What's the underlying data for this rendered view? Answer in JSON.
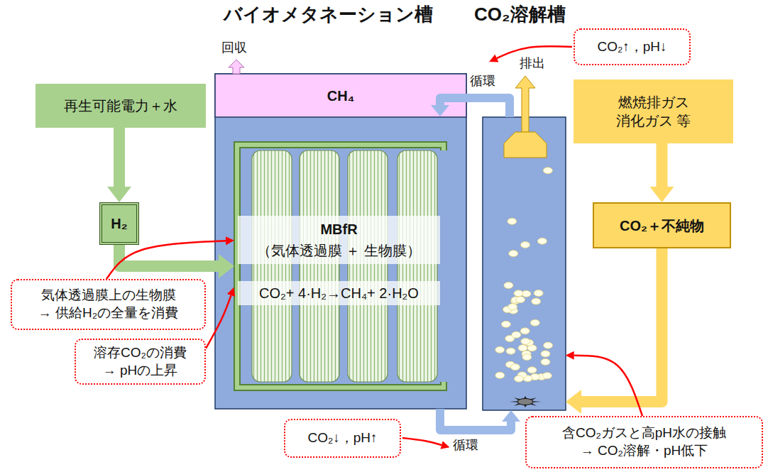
{
  "diagram": {
    "nodes": [
      {
        "text": [
          "再生可能電力＋水"
        ]
      },
      {
        "text": [
          "H₂"
        ]
      },
      {
        "text": [
          "バイオメタネーション槽"
        ]
      },
      {
        "text": [
          "CH₄"
        ],
        "in": 2
      },
      {
        "text": [
          "MBfR",
          "（気体透過膜 ＋ 生物膜）",
          "CO₂+ 4·H₂→CH₄+ 2·H₂O"
        ],
        "in": 2
      },
      {
        "text": [
          "CO₂溶解槽"
        ]
      },
      {
        "text": [
          "燃焼排ガス 消化ガス 等"
        ]
      },
      {
        "text": [
          "CO₂＋不純物"
        ]
      },
      {
        "text": [
          "気体透過膜上の生物膜 → 供給H₂の全量を消費"
        ]
      },
      {
        "text": [
          "溶存CO₂の消費 → pHの上昇"
        ]
      },
      {
        "text": [
          "CO₂↓，pH↑"
        ]
      },
      {
        "text": [
          "CO₂↑，pH↓"
        ]
      },
      {
        "text": [
          "含CO₂ガスと高pH水の接触 → CO₂溶解・pH低下"
        ]
      }
    ],
    "edges": [
      {
        "from": 0,
        "to": 1,
        "arrow": "to"
      },
      {
        "from": 1,
        "to": 4,
        "arrow": "to"
      },
      {
        "from": 6,
        "to": 7,
        "arrow": "to"
      },
      {
        "from": 7,
        "to": 5,
        "arrow": "to"
      },
      {
        "from": 2,
        "to": 5,
        "arrow": "to"
      },
      {
        "from": 5,
        "to": 2,
        "arrow": "to"
      },
      {
        "from": 8,
        "to": 4,
        "arrow": "to"
      },
      {
        "from": 9,
        "to": 4,
        "arrow": "to"
      },
      {
        "from": 12,
        "to": 5,
        "arrow": "to"
      }
    ],
    "labels": [
      "回収",
      "排出",
      "循環",
      "循環"
    ]
  }
}
